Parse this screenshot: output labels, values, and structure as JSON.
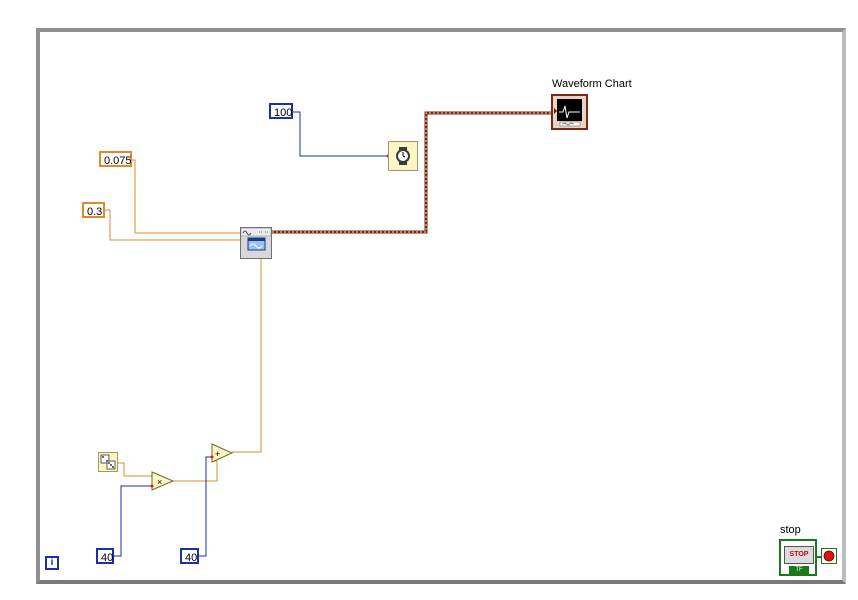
{
  "constants": {
    "wait_ms": "100",
    "amplitude": "0.075",
    "frequency": "0.3",
    "multiplier": "40",
    "offset": "40"
  },
  "indicators": {
    "chart_label": "Waveform Chart",
    "stop_label": "stop",
    "stop_button_text": "STOP",
    "stop_tf_text": "TF"
  },
  "loop": {
    "iteration_terminal": "i"
  },
  "colors": {
    "dbl_wire": "#e28a2a",
    "int_wire": "#1a2fa8",
    "cluster_wire": "#7a2a12",
    "loop_frame": "#8f8f8f"
  }
}
